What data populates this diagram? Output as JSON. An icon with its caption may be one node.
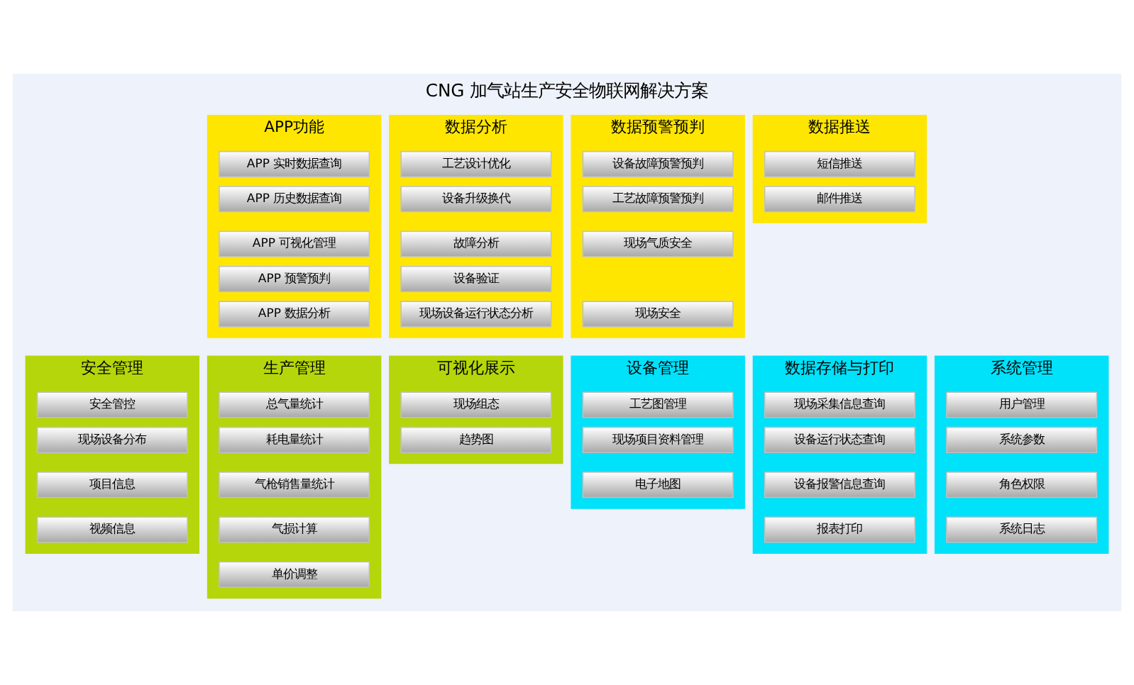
{
  "diagram": {
    "title": "CNG 加气站生产安全物联网解决方案",
    "nodes": [
      {
        "text": [
          "APP功能"
        ]
      },
      {
        "text": [
          "APP 实时数据查询"
        ],
        "in": 0
      },
      {
        "text": [
          "APP 历史数据查询"
        ],
        "in": 0
      },
      {
        "text": [
          "APP 可视化管理"
        ],
        "in": 0
      },
      {
        "text": [
          "APP 预警预判"
        ],
        "in": 0
      },
      {
        "text": [
          "APP 数据分析"
        ],
        "in": 0
      },
      {
        "text": [
          "数据分析"
        ]
      },
      {
        "text": [
          "工艺设计优化"
        ],
        "in": 6
      },
      {
        "text": [
          "设备升级换代"
        ],
        "in": 6
      },
      {
        "text": [
          "故障分析"
        ],
        "in": 6
      },
      {
        "text": [
          "设备验证"
        ],
        "in": 6
      },
      {
        "text": [
          "现场设备运行状态分析"
        ],
        "in": 6
      },
      {
        "text": [
          "数据预警预判"
        ]
      },
      {
        "text": [
          "设备故障预警预判"
        ],
        "in": 12
      },
      {
        "text": [
          "工艺故障预警预判"
        ],
        "in": 12
      },
      {
        "text": [
          "现场气质安全"
        ],
        "in": 12
      },
      {
        "text": [
          "现场安全"
        ],
        "in": 12
      },
      {
        "text": [
          "数据推送"
        ]
      },
      {
        "text": [
          "短信推送"
        ],
        "in": 17
      },
      {
        "text": [
          "邮件推送"
        ],
        "in": 17
      },
      {
        "text": [
          "安全管理"
        ]
      },
      {
        "text": [
          "安全管控"
        ],
        "in": 20
      },
      {
        "text": [
          "现场设备分布"
        ],
        "in": 20
      },
      {
        "text": [
          "项目信息"
        ],
        "in": 20
      },
      {
        "text": [
          "视频信息"
        ],
        "in": 20
      },
      {
        "text": [
          "生产管理"
        ]
      },
      {
        "text": [
          "总气量统计"
        ],
        "in": 25
      },
      {
        "text": [
          "耗电量统计"
        ],
        "in": 25
      },
      {
        "text": [
          "气枪销售量统计"
        ],
        "in": 25
      },
      {
        "text": [
          "气损计算"
        ],
        "in": 25
      },
      {
        "text": [
          "单价调整"
        ],
        "in": 25
      },
      {
        "text": [
          "可视化展示"
        ]
      },
      {
        "text": [
          "现场组态"
        ],
        "in": 31
      },
      {
        "text": [
          "趋势图"
        ],
        "in": 31
      },
      {
        "text": [
          "设备管理"
        ]
      },
      {
        "text": [
          "工艺图管理"
        ],
        "in": 34
      },
      {
        "text": [
          "现场项目资料管理"
        ],
        "in": 34
      },
      {
        "text": [
          "电子地图"
        ],
        "in": 34
      },
      {
        "text": [
          "数据存储与打印"
        ]
      },
      {
        "text": [
          "现场采集信息查询"
        ],
        "in": 38
      },
      {
        "text": [
          "设备运行状态查询"
        ],
        "in": 38
      },
      {
        "text": [
          "设备报警信息查询"
        ],
        "in": 38
      },
      {
        "text": [
          "报表打印"
        ],
        "in": 38
      },
      {
        "text": [
          "系统管理"
        ]
      },
      {
        "text": [
          "用户管理"
        ],
        "in": 43
      },
      {
        "text": [
          "系统参数"
        ],
        "in": 43
      },
      {
        "text": [
          "角色权限"
        ],
        "in": 43
      },
      {
        "text": [
          "系统日志"
        ],
        "in": 43
      }
    ],
    "edges": []
  }
}
